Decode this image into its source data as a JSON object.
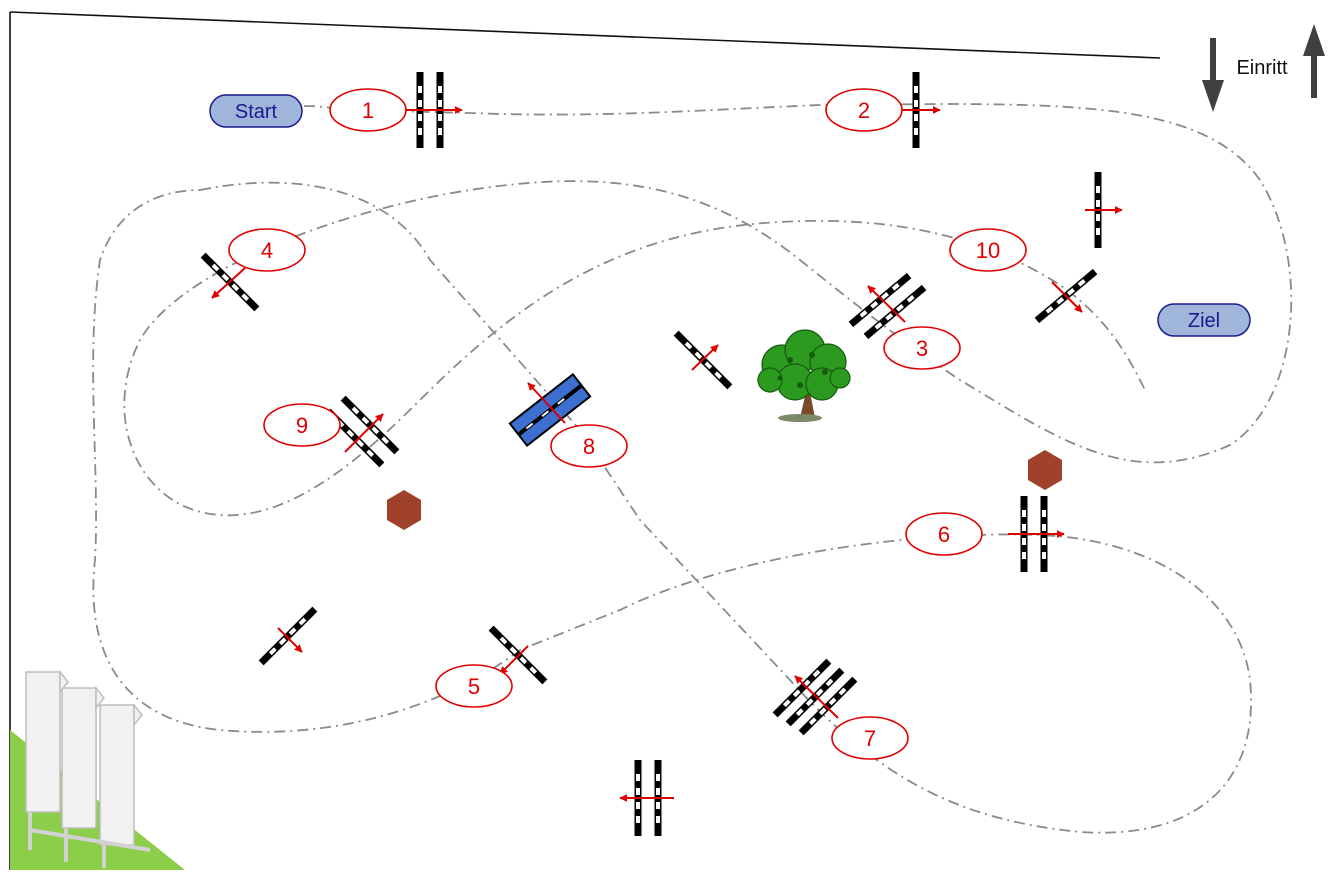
{
  "labels": {
    "start": "Start",
    "finish": "Ziel",
    "entrance": "Einritt"
  },
  "jump_numbers": [
    "1",
    "2",
    "3",
    "4",
    "5",
    "6",
    "7",
    "8",
    "9",
    "10"
  ],
  "icons": {
    "tree": "tree-icon",
    "hexagon": "hexagon-marker-icon",
    "flags": "flag-group-icon",
    "arrow_down": "arrow-down-icon",
    "arrow_up": "arrow-up-icon"
  },
  "colors": {
    "number_red": "#e00000",
    "pill_fill": "#9fb5d9",
    "pill_text": "#1a1a8c",
    "path_gray": "#8a8a8a",
    "water_blue": "#3c6fd0",
    "hexagon_brown": "#a0412b",
    "grass_green": "#8ccd4a",
    "tree_green": "#2c9a1e"
  }
}
